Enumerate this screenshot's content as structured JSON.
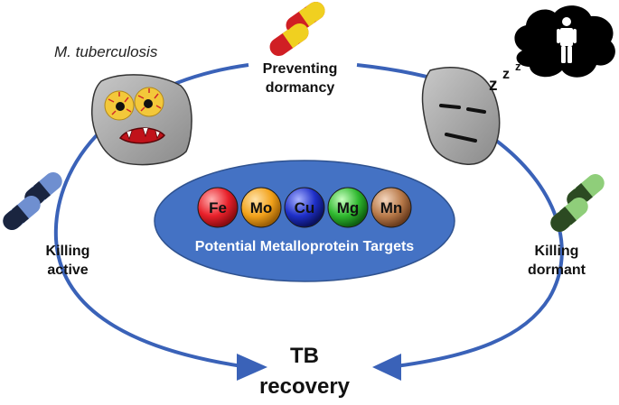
{
  "organism_label": "M. tuberculosis",
  "stages": {
    "preventing": [
      "Preventing",
      "dormancy"
    ],
    "killing_active": [
      "Killing",
      "active"
    ],
    "killing_dormant": [
      "Killing",
      "dormant"
    ]
  },
  "outcome": [
    "TB",
    "recovery"
  ],
  "sleep_symbol": [
    "z",
    "z",
    "z"
  ],
  "center": {
    "title": "Potential Metalloprotein Targets",
    "metals": [
      {
        "symbol": "Fe",
        "color": "#e8202a"
      },
      {
        "symbol": "Mo",
        "color": "#f2a21b"
      },
      {
        "symbol": "Cu",
        "color": "#1e2fc8"
      },
      {
        "symbol": "Mg",
        "color": "#2fb82f"
      },
      {
        "symbol": "Mn",
        "color": "#b87a4a"
      }
    ]
  },
  "colors": {
    "cycle_line": "#3a62b8",
    "center_ellipse": "#4472c4",
    "bacterium": "#a6a6a6",
    "pill_top": [
      "#f0d020",
      "#d01f24"
    ],
    "pill_left": [
      "#1a2540",
      "#6f8fd0"
    ],
    "pill_right": [
      "#2c4a22",
      "#8fce7a"
    ]
  }
}
